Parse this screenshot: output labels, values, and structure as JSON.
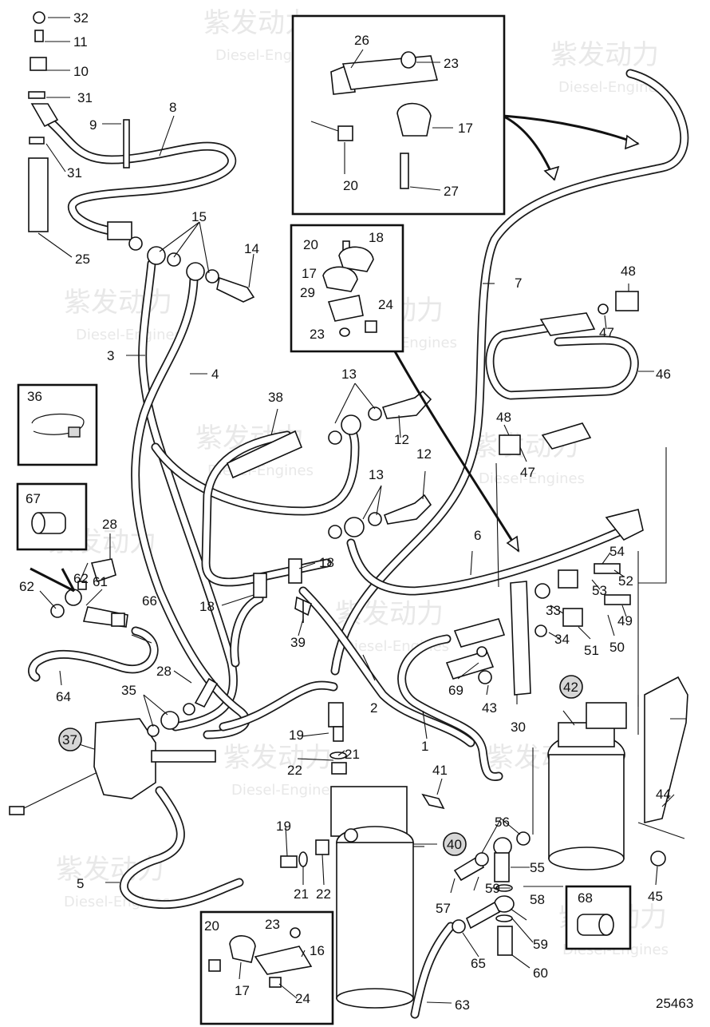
{
  "diagram_id": "25463",
  "watermark": {
    "brand_cn": "紫发动力",
    "brand_en": "Diesel-Engines"
  },
  "callouts": [
    "1",
    "2",
    "3",
    "4",
    "5",
    "6",
    "7",
    "8",
    "9",
    "10",
    "11",
    "12",
    "13",
    "14",
    "15",
    "16",
    "17",
    "18",
    "19",
    "20",
    "21",
    "22",
    "23",
    "24",
    "25",
    "26",
    "27",
    "28",
    "29",
    "30",
    "31",
    "32",
    "33",
    "34",
    "35",
    "36",
    "37",
    "38",
    "39",
    "40",
    "41",
    "42",
    "43",
    "44",
    "45",
    "46",
    "47",
    "48",
    "49",
    "50",
    "51",
    "52",
    "53",
    "54",
    "55",
    "56",
    "57",
    "58",
    "59",
    "60",
    "61",
    "62",
    "63",
    "64",
    "65",
    "66",
    "67",
    "68",
    "69"
  ],
  "circled_callouts": [
    "37",
    "40",
    "42"
  ],
  "detail_boxes": [
    {
      "name": "bracket-detail-top",
      "labels": [
        "26",
        "23",
        "17",
        "20",
        "27"
      ]
    },
    {
      "name": "clamp-detail-mid",
      "labels": [
        "20",
        "18",
        "17",
        "29",
        "24",
        "23"
      ]
    },
    {
      "name": "clip-detail",
      "labels": [
        "36"
      ]
    },
    {
      "name": "sleeve-detail-left",
      "labels": [
        "67"
      ]
    },
    {
      "name": "sleeve-detail-right",
      "labels": [
        "68"
      ]
    },
    {
      "name": "clamp-detail-bottom",
      "labels": [
        "23",
        "20",
        "16",
        "17",
        "24"
      ]
    }
  ]
}
